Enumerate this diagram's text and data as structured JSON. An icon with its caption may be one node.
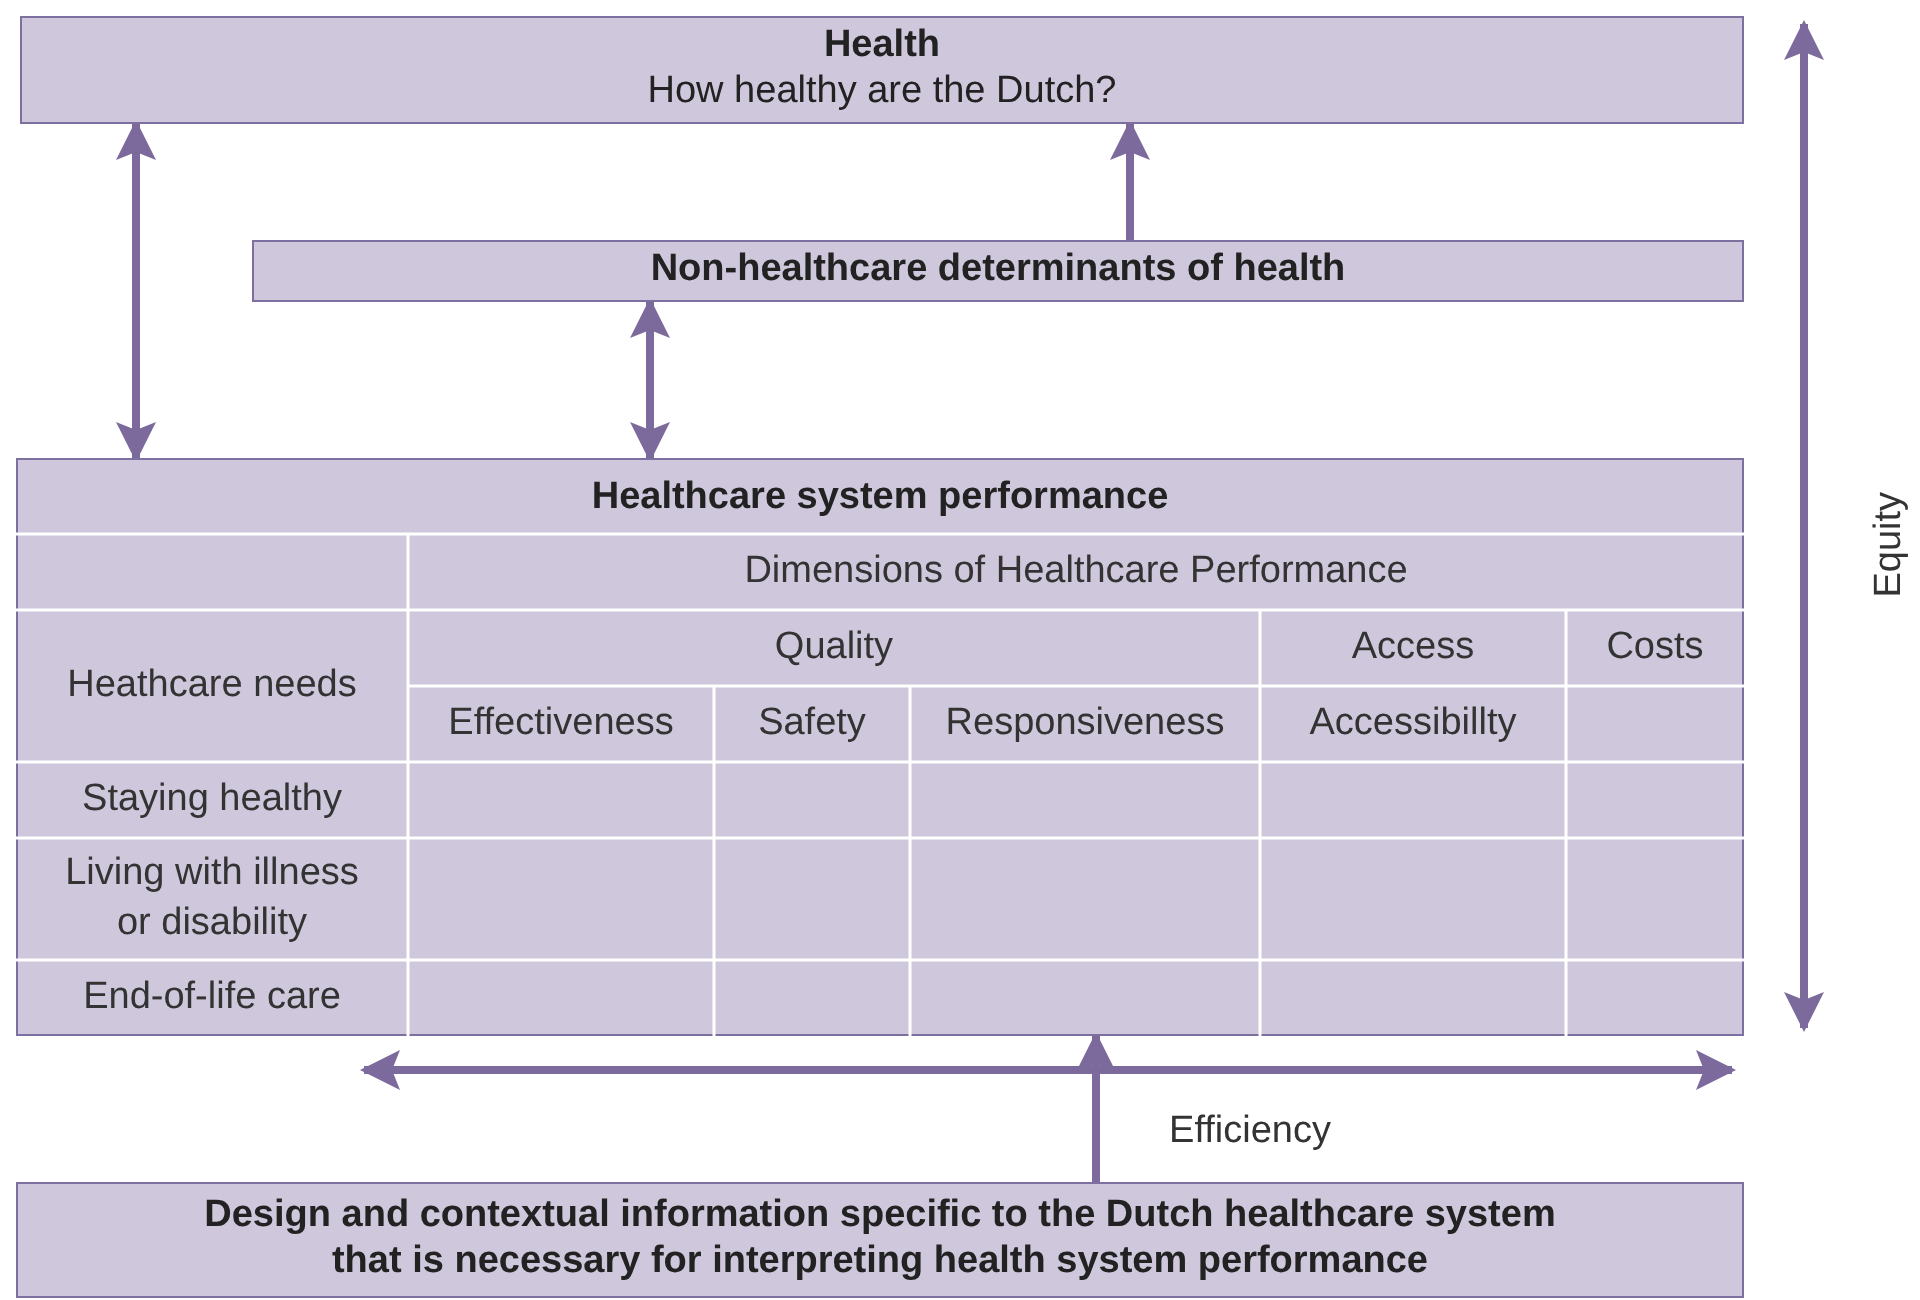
{
  "diagram": {
    "nodes": [
      {
        "text": [
          "Health",
          "How healthy are the Dutch?"
        ]
      },
      {
        "text": [
          "Non-healthcare determinants of health"
        ]
      },
      {
        "text": [
          "Healthcare system performance"
        ]
      },
      {
        "text": [
          "Design and contextual information specific to the Dutch healthcare system that is necessary for interpreting health system performance"
        ]
      }
    ],
    "edges": [
      {
        "from": 2,
        "to": 0,
        "arrow": "both"
      },
      {
        "from": 2,
        "to": 1,
        "arrow": "both"
      },
      {
        "from": 1,
        "to": 0,
        "arrow": "to"
      },
      {
        "from": 3,
        "to": 2,
        "arrow": "to"
      }
    ],
    "labels": [
      "Dimensions of Healthcare Performance",
      "Heathcare needs",
      "Quality",
      "Access",
      "Costs",
      "Effectiveness",
      "Safety",
      "Responsiveness",
      "Accessibillty",
      "Staying healthy",
      "Living with illness or disability",
      "End-of-life care",
      "Equity",
      "Efficiency"
    ]
  }
}
